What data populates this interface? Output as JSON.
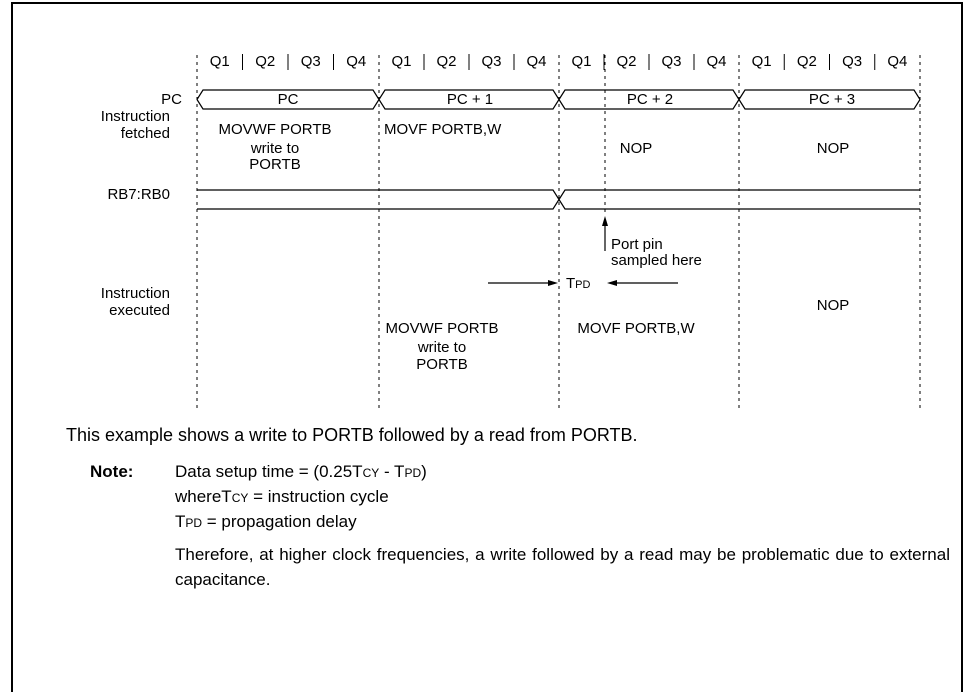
{
  "phases": [
    "Q1",
    "Q2",
    "Q3",
    "Q4"
  ],
  "cycles": [
    {
      "pc": "PC"
    },
    {
      "pc": "PC + 1"
    },
    {
      "pc": "PC + 2"
    },
    {
      "pc": "PC + 3"
    }
  ],
  "labels": {
    "pc": "PC",
    "instr_fetched": [
      "Instruction",
      "fetched"
    ],
    "rb": "RB7:RB0",
    "instr_executed": [
      "Instruction",
      "executed"
    ]
  },
  "fetched": {
    "c1": [
      "MOVWF PORTB",
      "write to",
      "PORTB"
    ],
    "c2": "MOVF PORTB,W",
    "c3": "NOP",
    "c4": "NOP"
  },
  "executed": {
    "c2": [
      "MOVWF PORTB",
      "write to",
      "PORTB"
    ],
    "c3": "MOVF PORTB,W",
    "c4": "NOP"
  },
  "annotations": {
    "port_pin": [
      "Port pin",
      "sampled here"
    ],
    "tpd": {
      "main": "T",
      "sub": "PD"
    }
  },
  "caption": "This example shows a write to PORTB followed by a read from PORTB.",
  "note": {
    "label": "Note:",
    "line1": {
      "pre": "Data setup time = (0.25T",
      "cy": "CY",
      "mid": " - T",
      "pd": "PD",
      "post": ")"
    },
    "line2": {
      "pre": "whereT",
      "cy": "CY",
      "post": " = instruction cycle"
    },
    "line3": {
      "t": "T",
      "pd": "PD",
      "post": " = propagation delay"
    },
    "paragraph": "Therefore, at higher clock frequencies, a write followed by a read may be problematic due to external capacitance."
  }
}
